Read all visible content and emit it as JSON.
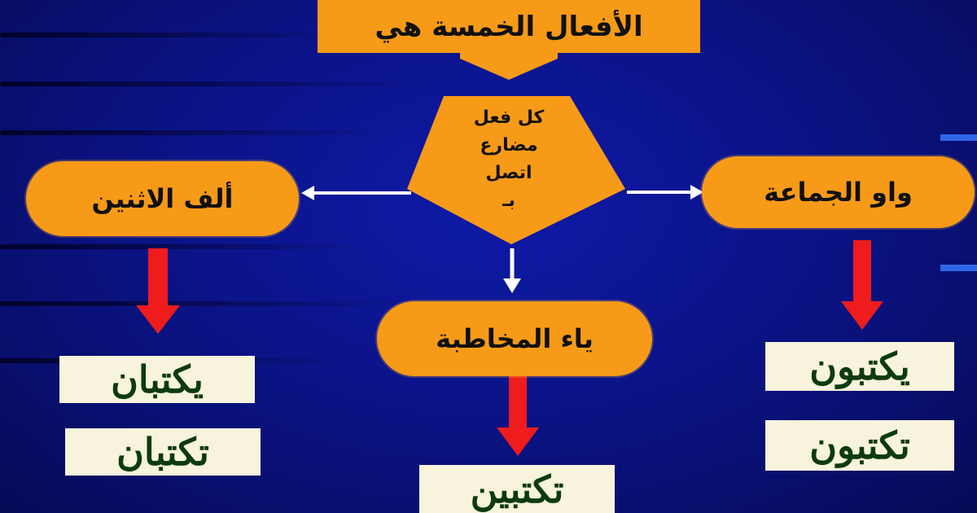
{
  "title": "الأفعال الخمسة هي",
  "center": {
    "lines": [
      "كل فعل",
      "مضارع",
      "اتصل",
      "بـ"
    ]
  },
  "branches": {
    "left": {
      "label": "ألف الاثنين",
      "examples": [
        "يكتبان",
        "تكتبان"
      ]
    },
    "middle": {
      "label": "ياء المخاطبة",
      "examples": [
        "تكتبين"
      ]
    },
    "right": {
      "label": "واو الجماعة",
      "examples": [
        "يكتبون",
        "تكتبون"
      ]
    }
  },
  "colors": {
    "background": "#0a1280",
    "box": "#f79a18",
    "example_box": "#f7f3dc",
    "example_text": "#0d3b0d",
    "red_arrow": "#ee1c1c",
    "white_arrow": "#ffffff"
  }
}
